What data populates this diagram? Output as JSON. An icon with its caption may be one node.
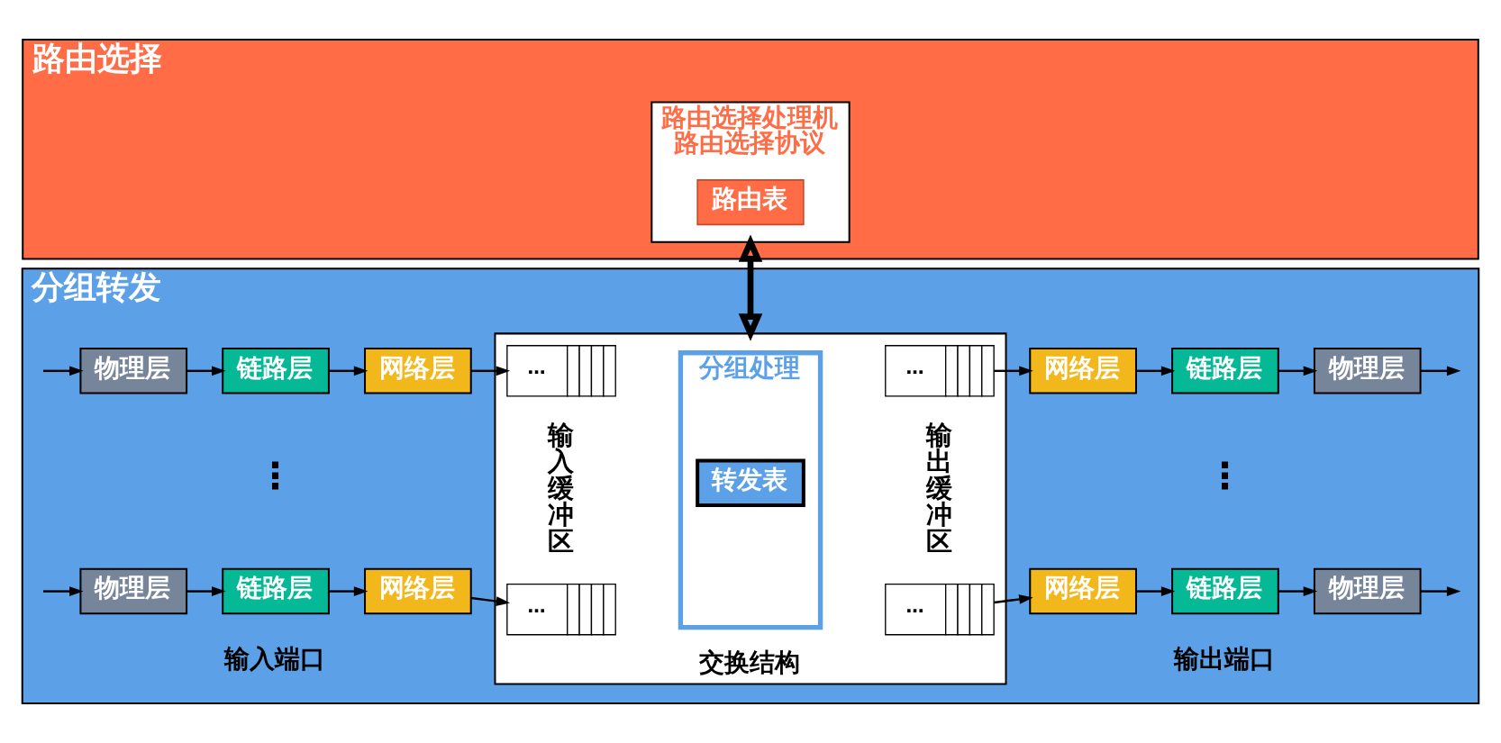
{
  "diagram": {
    "nodes": [
      {
        "text": [
          "路由选择"
        ]
      },
      {
        "text": [
          "路由选择处理机",
          "路由选择协议"
        ],
        "in": 0
      },
      {
        "text": [
          "路由表"
        ],
        "in": 1
      },
      {
        "text": [
          "分组转发"
        ]
      },
      {
        "text": [
          "物理层"
        ],
        "in": 3
      },
      {
        "text": [
          "链路层"
        ],
        "in": 3
      },
      {
        "text": [
          "网络层"
        ],
        "in": 3
      },
      {
        "text": [
          "交换结构"
        ],
        "in": 3
      },
      {
        "text": [
          "…"
        ],
        "in": 7
      },
      {
        "text": [
          "分组处理"
        ],
        "in": 7
      },
      {
        "text": [
          "转发表"
        ],
        "in": 9
      },
      {
        "text": [
          "…"
        ],
        "in": 7
      },
      {
        "text": [
          "网络层"
        ],
        "in": 3
      },
      {
        "text": [
          "链路层"
        ],
        "in": 3
      },
      {
        "text": [
          "物理层"
        ],
        "in": 3
      },
      {
        "text": [
          "物理层"
        ],
        "in": 3
      },
      {
        "text": [
          "链路层"
        ],
        "in": 3
      },
      {
        "text": [
          "网络层"
        ],
        "in": 3
      },
      {
        "text": [
          "…"
        ],
        "in": 7
      },
      {
        "text": [
          "…"
        ],
        "in": 7
      },
      {
        "text": [
          "网络层"
        ],
        "in": 3
      },
      {
        "text": [
          "链路层"
        ],
        "in": 3
      },
      {
        "text": [
          "物理层"
        ],
        "in": 3
      }
    ],
    "edges": [
      {
        "from": 1,
        "to": 7,
        "arrow": "both",
        "style": "thick"
      },
      {
        "from": null,
        "to": 4,
        "arrow": "to"
      },
      {
        "from": 4,
        "to": 5,
        "arrow": "to"
      },
      {
        "from": 5,
        "to": 6,
        "arrow": "to"
      },
      {
        "from": 6,
        "to": 8,
        "arrow": "to"
      },
      {
        "from": 11,
        "to": 12,
        "arrow": "to"
      },
      {
        "from": 12,
        "to": 13,
        "arrow": "to"
      },
      {
        "from": 13,
        "to": 14,
        "arrow": "to"
      },
      {
        "from": 14,
        "to": null,
        "arrow": "to"
      },
      {
        "from": null,
        "to": 15,
        "arrow": "to"
      },
      {
        "from": 15,
        "to": 16,
        "arrow": "to"
      },
      {
        "from": 16,
        "to": 17,
        "arrow": "to"
      },
      {
        "from": 17,
        "to": 18,
        "arrow": "to"
      },
      {
        "from": 19,
        "to": 20,
        "arrow": "to"
      },
      {
        "from": 20,
        "to": 21,
        "arrow": "to"
      },
      {
        "from": 21,
        "to": 22,
        "arrow": "to"
      },
      {
        "from": 22,
        "to": null,
        "arrow": "to"
      }
    ],
    "labels": [
      "输入缓冲区",
      "输出缓冲区",
      "⋮",
      "⋮",
      "输入端口",
      "输出端口"
    ]
  }
}
